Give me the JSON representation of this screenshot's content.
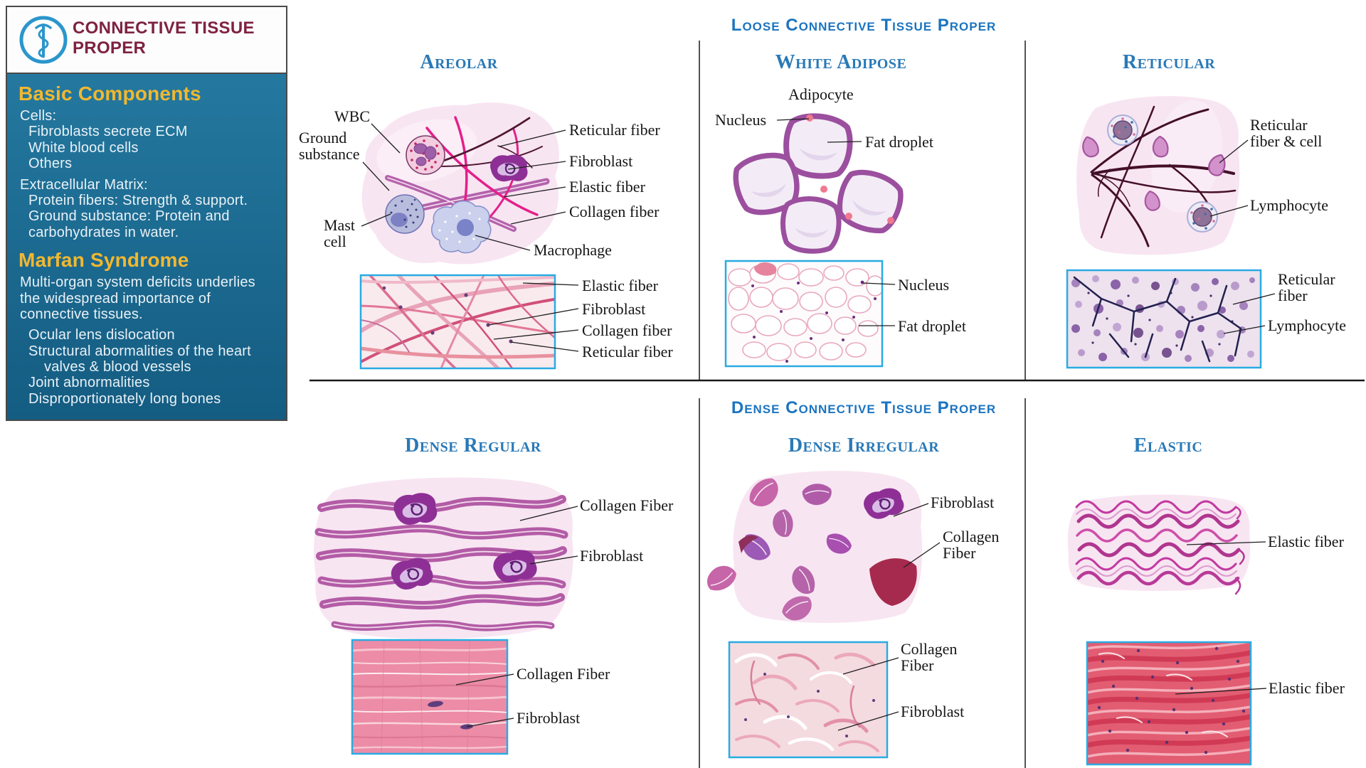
{
  "logo": {
    "title": "CONNECTIVE TISSUE PROPER",
    "icon": "asclepius-staff-icon"
  },
  "colors": {
    "sidebar_teal": "#1c6e96",
    "accent_yellow": "#f1b82f",
    "title_maroon": "#7e2242",
    "header_blue": "#1b74c0",
    "column_header_blue": "#2979b7",
    "histology_border_blue": "#29abe2",
    "tissue_pink": "#f8e5f2"
  },
  "sidebar": {
    "basic": {
      "heading": "Basic Components",
      "cells_label": "Cells:",
      "cells_items": [
        "Fibroblasts secrete ECM",
        "White blood cells",
        "Others"
      ],
      "ecm_label": "Extracellular Matrix:",
      "ecm_items": [
        "Protein fibers: Strength & support.",
        "Ground substance: Protein and carbohydrates in water."
      ]
    },
    "marfan": {
      "heading": "Marfan Syndrome",
      "intro": "Multi-organ system deficits underlies the widespread importance of connective tissues.",
      "items": [
        "Ocular lens dislocation",
        "Structural abormalities of the heart valves & blood vessels",
        "Joint abnormalities",
        "Disproportionately long bones"
      ]
    }
  },
  "sections": {
    "loose": {
      "title": "Loose Connective Tissue Proper"
    },
    "dense": {
      "title": "Dense Connective Tissue Proper"
    }
  },
  "areolar": {
    "name": "Areolar",
    "labels": {
      "wbc": "WBC",
      "ground": "Ground substance",
      "mast": "Mast cell",
      "reticular": "Reticular fiber",
      "fibroblast": "Fibroblast",
      "elastic": "Elastic fiber",
      "collagen": "Collagen fiber",
      "macrophage": "Macrophage"
    },
    "histo": {
      "elastic": "Elastic fiber",
      "fibroblast": "Fibroblast",
      "collagen": "Collagen fiber",
      "reticular": "Reticular fiber"
    }
  },
  "adipose": {
    "name": "White Adipose",
    "labels": {
      "adipocyte": "Adipocyte",
      "nucleus": "Nucleus",
      "fat": "Fat droplet"
    },
    "histo": {
      "nucleus": "Nucleus",
      "fat": "Fat droplet"
    }
  },
  "reticular": {
    "name": "Reticular",
    "labels": {
      "fiber_cell": "Reticular fiber & cell",
      "lymphocyte": "Lymphocyte"
    },
    "histo": {
      "fiber": "Reticular fiber",
      "lymphocyte": "Lymphocyte"
    }
  },
  "dense_regular": {
    "name": "Dense Regular",
    "labels": {
      "collagen": "Collagen Fiber",
      "fibroblast": "Fibroblast"
    },
    "histo": {
      "collagen": "Collagen Fiber",
      "fibroblast": "Fibroblast"
    }
  },
  "dense_irregular": {
    "name": "Dense Irregular",
    "labels": {
      "fibroblast": "Fibroblast",
      "collagen": "Collagen Fiber"
    },
    "histo": {
      "collagen": "Collagen Fiber",
      "fibroblast": "Fibroblast"
    }
  },
  "elastic": {
    "name": "Elastic",
    "labels": {
      "elastic": "Elastic fiber"
    },
    "histo": {
      "elastic": "Elastic fiber"
    }
  }
}
